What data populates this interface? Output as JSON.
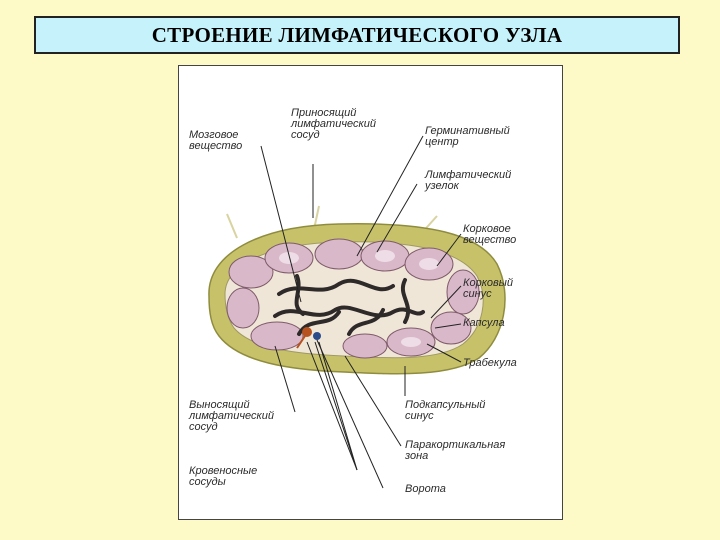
{
  "title": "СТРОЕНИЕ ЛИМФАТИЧЕСКОГО УЗЛА",
  "labels": {
    "medulla": "Мозговое\nвещество",
    "afferent": "Приносящий\nлимфатический\nсосуд",
    "germinal": "Герминативный\nцентр",
    "nodule": "Лимфатический\nузелок",
    "cortex": "Корковое\nвещество",
    "cortical_sinus": "Корковый\nсинус",
    "capsule": "Капсула",
    "trabecula": "Трабекула",
    "subcapsular": "Подкапсульный\nсинус",
    "paracortical": "Паракортикальная\nзона",
    "hilum": "Ворота",
    "efferent": "Выносящий\nлимфатический\nсосуд",
    "blood_vessels": "Кровеносные\nсосуды"
  },
  "colors": {
    "background": "#fdfac8",
    "title_box": "#c6f3fb",
    "capsule": "#c7c26a",
    "cortex": "#d8b8c8",
    "medulla": "#2f2a2a"
  }
}
